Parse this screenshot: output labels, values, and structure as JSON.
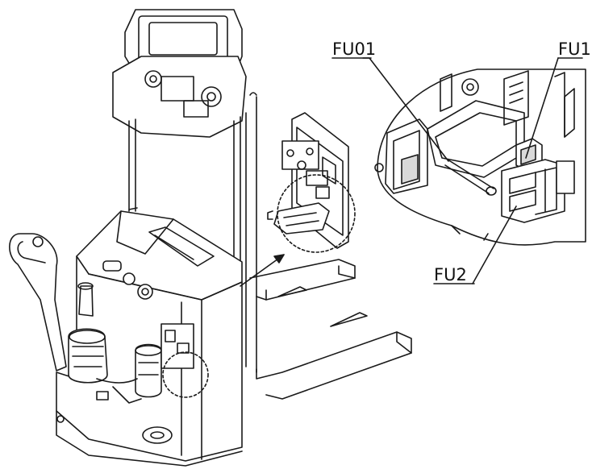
{
  "diagram": {
    "labels": {
      "fu01": "FU01",
      "fu1": "FU1",
      "fu2": "FU2"
    },
    "colors": {
      "line": "#1a1a1a",
      "fill": "#ffffff",
      "shade": "#d9d9d9"
    }
  }
}
